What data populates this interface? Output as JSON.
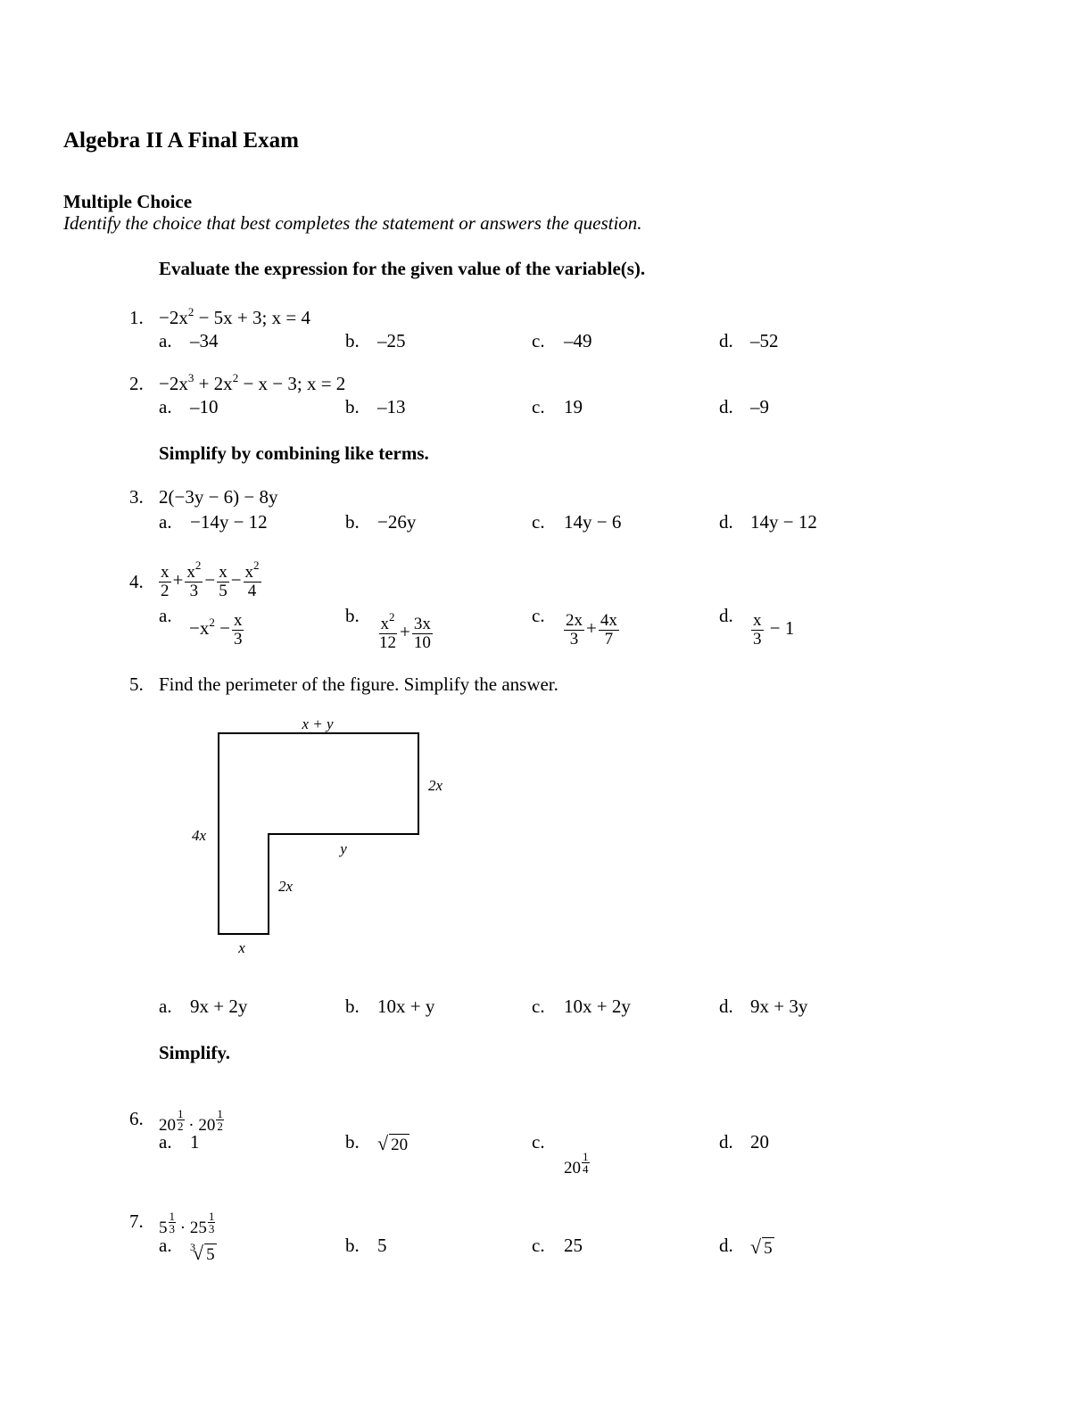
{
  "title": "Algebra II A Final Exam",
  "section": {
    "heading": "Multiple Choice",
    "instructions": "Identify the choice that best completes the statement or answers the question."
  },
  "directions": [
    "Evaluate the expression for the given value of the variable(s).",
    "Simplify by combining like terms.",
    "Simplify."
  ],
  "letters": [
    "a.",
    "b.",
    "c.",
    "d."
  ],
  "q1": {
    "number": "1.",
    "stem": [
      "−2x",
      "2",
      " − 5x + 3; x = 4"
    ],
    "choices": [
      "–34",
      "–25",
      "–49",
      "–52"
    ]
  },
  "q2": {
    "number": "2.",
    "stem": [
      "−2x",
      "3",
      " + 2x",
      "2",
      " − x − 3; x = 2"
    ],
    "choices": [
      "–10",
      "–13",
      "19",
      "–9"
    ]
  },
  "q3": {
    "number": "3.",
    "stem": "2(−3y − 6) − 8y",
    "choices": [
      "−14y − 12",
      "−26y",
      "14y − 6",
      "14y − 12"
    ]
  },
  "q4": {
    "number": "4.",
    "stem": {
      "t1": [
        "x",
        "2"
      ],
      "op1": "+",
      "t2": [
        "x",
        "2",
        "3"
      ],
      "op2": "−",
      "t3": [
        "x",
        "5"
      ],
      "op3": "−",
      "t4": [
        "x",
        "2",
        "4"
      ]
    },
    "choices": {
      "a": {
        "lead": "−x",
        "lead_exp": "2",
        "op": "−",
        "frac": [
          "x",
          "3"
        ]
      },
      "b": {
        "f1": [
          "x",
          "2",
          "12"
        ],
        "op": "+",
        "f2": [
          "3x",
          "10"
        ]
      },
      "c": {
        "f1": [
          "2x",
          "3"
        ],
        "op": "+",
        "f2": [
          "4x",
          "7"
        ]
      },
      "d": {
        "frac": [
          "x",
          "3"
        ],
        "tail": "− 1"
      }
    }
  },
  "q5": {
    "number": "5.",
    "stem": "Find the perimeter of the figure. Simplify the answer.",
    "figure_labels": {
      "top": "x + y",
      "right": "2x",
      "left": "4x",
      "inner_horizontal": "y",
      "inner_vertical": "2x",
      "bottom": "x"
    },
    "choices": [
      "9x + 2y",
      "10x + y",
      "10x + 2y",
      "9x + 3y"
    ]
  },
  "q6": {
    "number": "6.",
    "stem": {
      "base1": "20",
      "exp1": [
        "1",
        "2"
      ],
      "dot": "·",
      "base2": "20",
      "exp2": [
        "1",
        "2"
      ]
    },
    "choices": {
      "a": "1",
      "b": "20",
      "c": {
        "base": "20",
        "exp": [
          "1",
          "4"
        ]
      },
      "d": "20"
    }
  },
  "q7": {
    "number": "7.",
    "stem": {
      "base1": "5",
      "exp1": [
        "1",
        "3"
      ],
      "dot": "·",
      "base2": "25",
      "exp2": [
        "1",
        "3"
      ]
    },
    "choices": {
      "a": {
        "index": "3",
        "radicand": "5"
      },
      "b": "5",
      "c": "25",
      "d": "5"
    }
  }
}
